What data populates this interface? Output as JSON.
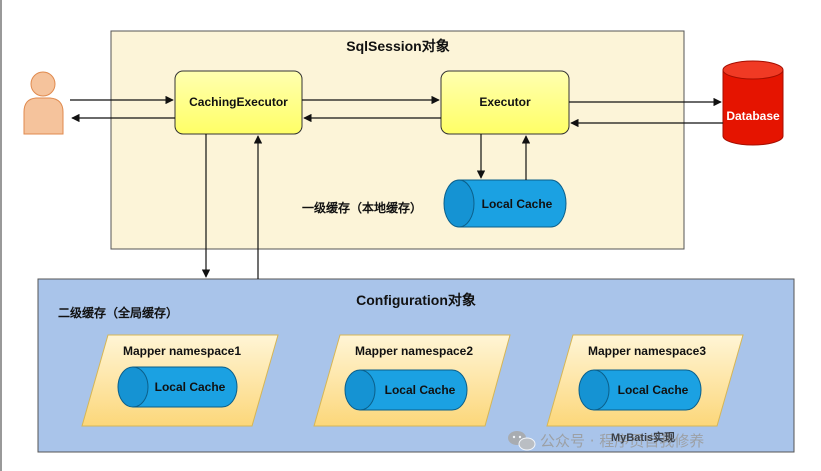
{
  "sqlsession": {
    "title": "SqlSession对象",
    "caching_executor_label": "CachingExecutor",
    "executor_label": "Executor",
    "local_cache_label": "Local Cache",
    "level1_label": "一级缓存（本地缓存）"
  },
  "database": {
    "label": "Database"
  },
  "configuration": {
    "title": "Configuration对象",
    "level2_label": "二级缓存（全局缓存）",
    "mappers": [
      {
        "label": "Mapper namespace1",
        "cache_label": "Local Cache"
      },
      {
        "label": "Mapper namespace2",
        "cache_label": "Local Cache"
      },
      {
        "label": "Mapper namespace3",
        "cache_label": "Local Cache"
      }
    ]
  },
  "watermark": {
    "text": "公众号 · 程序员自我修养",
    "overlay": "MyBatis实现"
  },
  "colors": {
    "sqlsession_fill": "#fcf4d8",
    "configuration_fill": "#a9c4ea",
    "executor_fill": "#ffff88",
    "cache_fill": "#1ba1e2",
    "database_fill": "#e51400",
    "mapper_fill": "#fff2cc",
    "user_fill": "#f5c39c"
  }
}
